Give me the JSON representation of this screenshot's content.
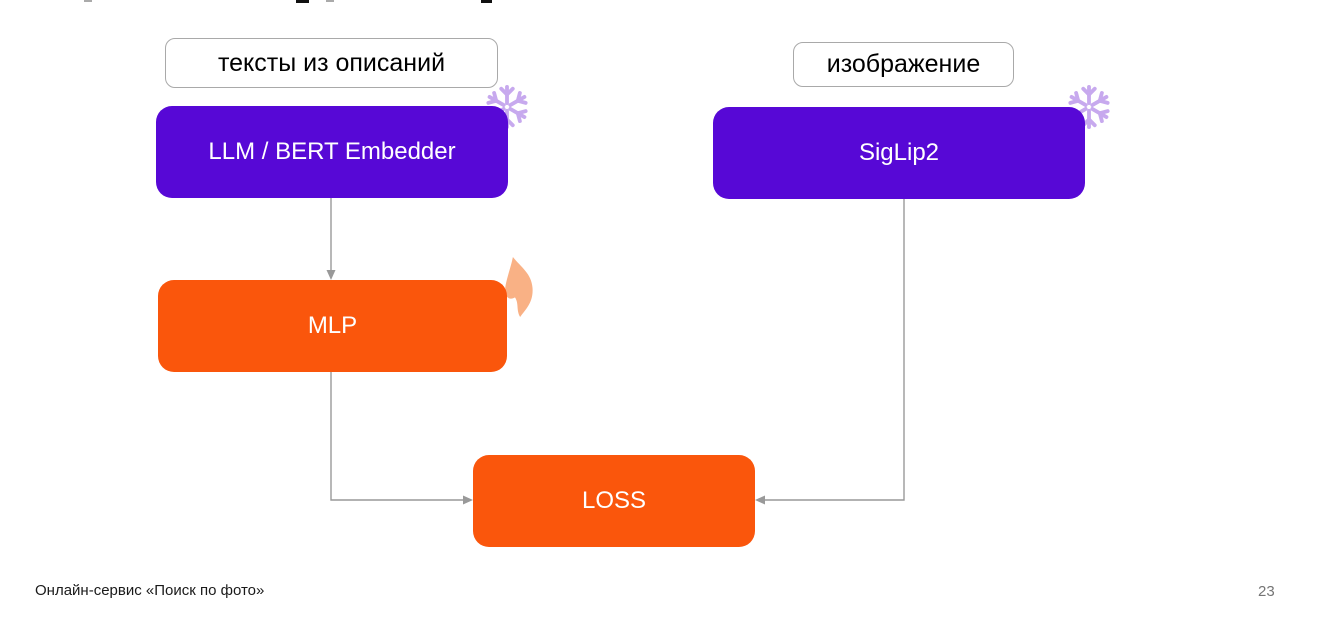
{
  "colors": {
    "purple": "#5708D6",
    "orange": "#FA560C",
    "flame": "#F9B185",
    "snowflake": "#C7A9EE",
    "connector": "#999999",
    "label_border": "#A9A9A9",
    "footer_text": "#1A1A1A",
    "page_number": "#757575"
  },
  "diagram": {
    "text_input_label": "тексты из описаний",
    "image_input_label": "изображение",
    "text_encoder_label": "LLM / BERT Embedder",
    "image_encoder_label": "SigLip2",
    "mlp_label": "MLP",
    "loss_label": "LOSS",
    "frozen_icon": "snowflake (frozen weights)",
    "trainable_icon": "flame (trainable weights)"
  },
  "footer": {
    "left_text": "Онлайн-сервис «Поиск по фото»",
    "page_number": "23"
  }
}
